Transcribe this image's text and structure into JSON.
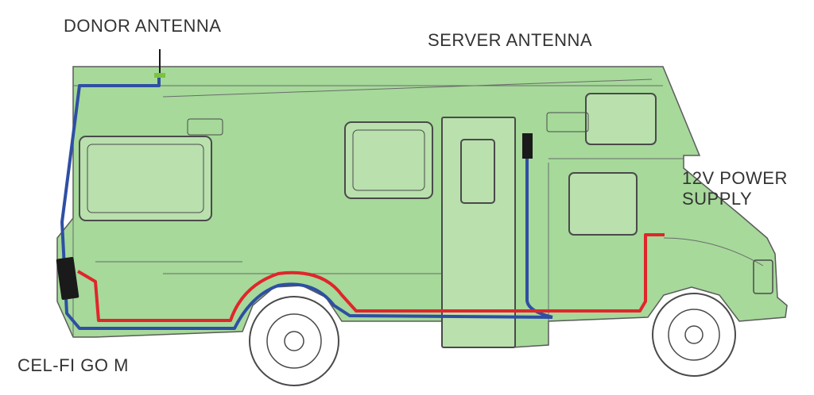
{
  "labels": {
    "donor_antenna": "DONOR ANTENNA",
    "server_antenna": "SERVER ANTENNA",
    "power_supply_line1": "12V POWER",
    "power_supply_line2": "SUPPLY",
    "cel_fi": "CEL-FI GO M"
  },
  "colors": {
    "rv_body": "#a6d99a",
    "rv_outline": "#5b5b5b",
    "coax_cable": "#2e4fa3",
    "power_cable": "#e0262b",
    "device": "#1a1a1a",
    "antenna_mount": "#7cc242"
  }
}
